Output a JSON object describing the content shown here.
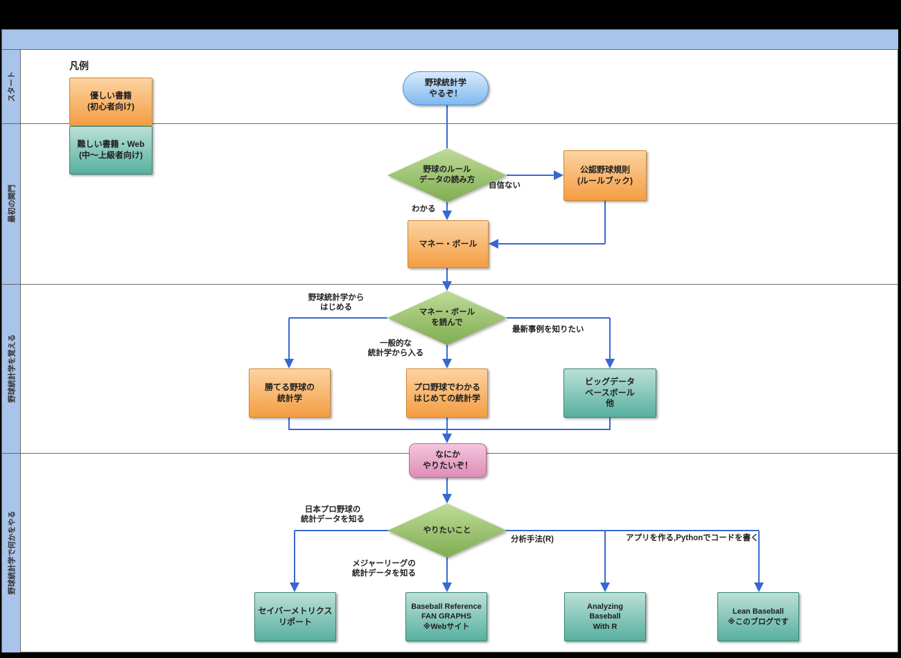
{
  "legend": {
    "title": "凡例",
    "easy": "優しい書籍\n(初心者向け)",
    "hard": "難しい書籍・Web\n(中〜上級者向け)"
  },
  "lanes": [
    {
      "label": "スタート"
    },
    {
      "label": "最初の関門"
    },
    {
      "label": "野球統計学を覚える"
    },
    {
      "label": "野球統計学で何かをやる"
    }
  ],
  "nodes": {
    "start": "野球統計学\nやるぞ！",
    "decision_rules": "野球のルール\nデータの読み方",
    "rulebook": "公認野球規則\n(ルールブック)",
    "moneyball": "マネー・ボール",
    "decision_read_moneyball": "マネー・ボール\nを読んで",
    "winning_baseball_stats": "勝てる野球の\n統計学",
    "first_stats_pro_baseball": "プロ野球でわかる\nはじめての統計学",
    "bigdata_baseball": "ビッグデータ\nベースボール\n他",
    "want_to_do_something": "なにか\nやりたいぞ！",
    "decision_want": "やりたいこと",
    "sabermetrics_report": "セイバーメトリクス\nリポート",
    "baseball_reference": "Baseball Reference\nFAN GRAPHS\n※Webサイト",
    "analyzing_baseball": "Analyzing\nBaseball\nWith R",
    "lean_baseball": "Lean Baseball\n※このブログです"
  },
  "edge_labels": {
    "no_confidence": "自信ない",
    "understand": "わかる",
    "start_from_baseball_stats": "野球統計学から\nはじめる",
    "start_from_general_stats": "一般的な\n統計学から入る",
    "know_latest_cases": "最新事例を知りたい",
    "know_npb_data": "日本プロ野球の\n統計データを知る",
    "know_mlb_data": "メジャーリーグの\n統計データを知る",
    "analysis_method_r": "分析手法(R)",
    "make_app_python": "アプリを作る,Pythonでコードを書く"
  },
  "colors": {
    "lane_blue": "#a8c4ea",
    "edge_blue": "#3768d2",
    "orange_fill": "#f49d42",
    "teal_fill": "#57b09f",
    "green_fill": "#80ad51",
    "pink_fill": "#de8cb7",
    "start_blue_fill": "#7fb9ef"
  }
}
